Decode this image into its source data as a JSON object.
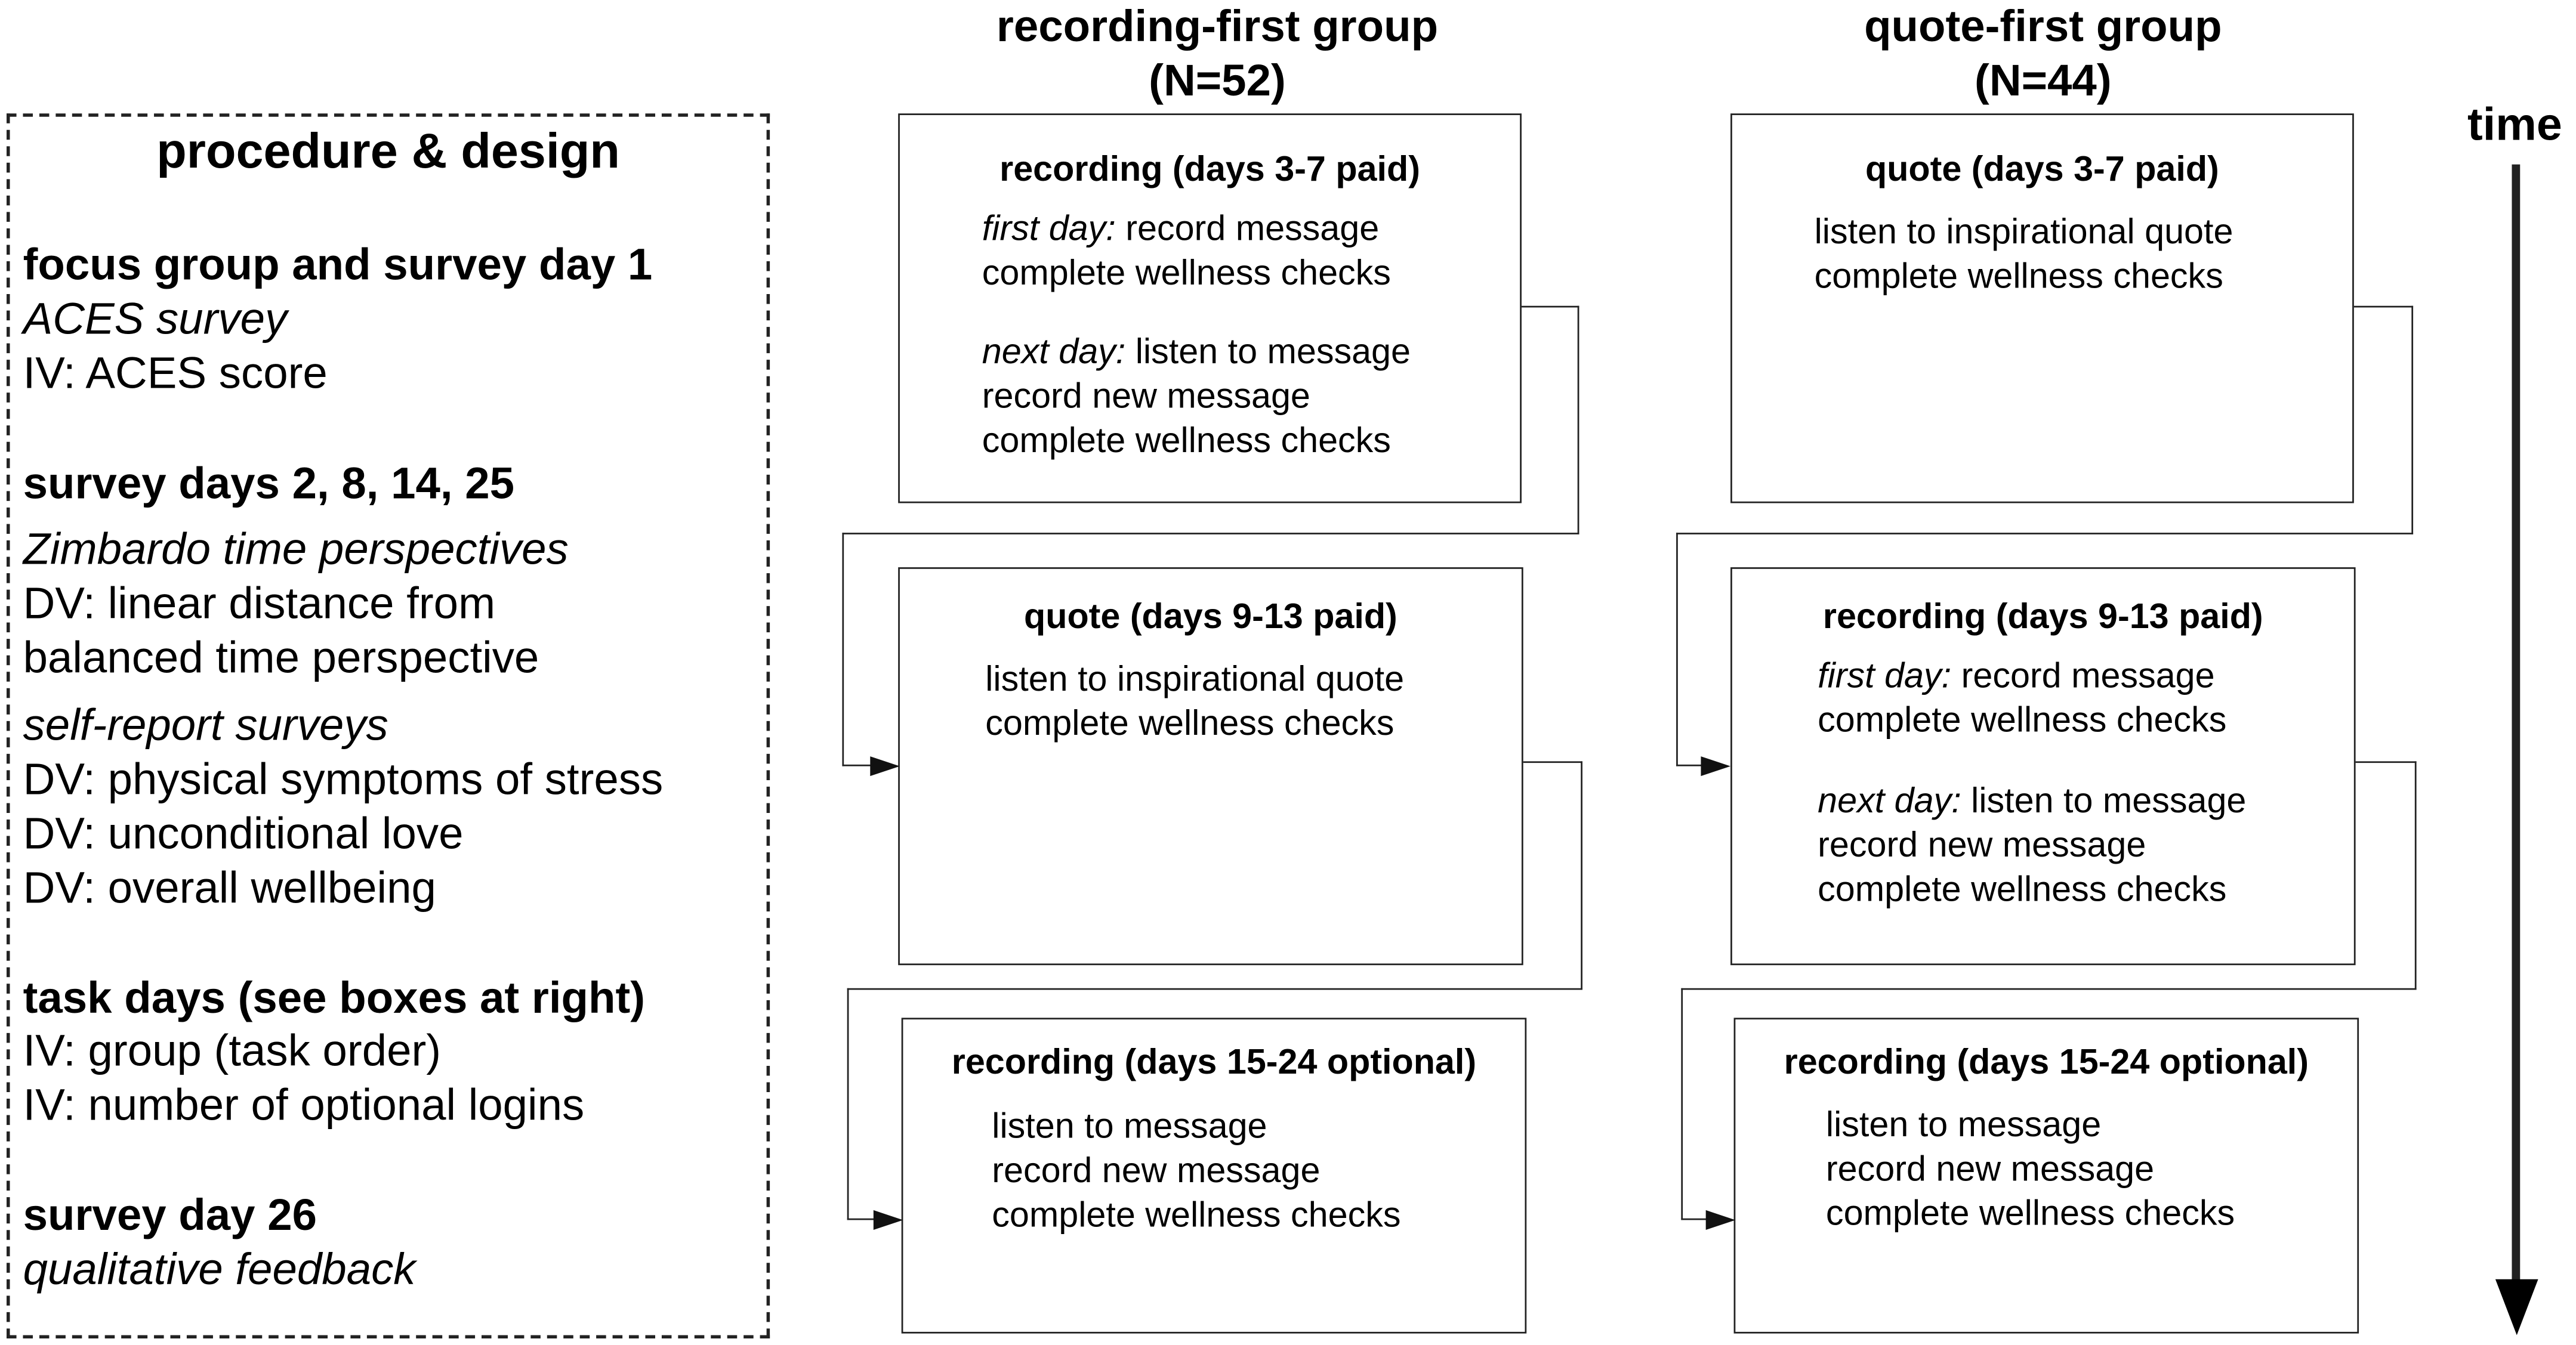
{
  "left_panel": {
    "title": "procedure & design",
    "sections": [
      {
        "heading": "focus group and survey day 1",
        "lines": [
          {
            "text": "ACES survey",
            "style": "italic"
          },
          {
            "text": "IV: ACES score",
            "style": "normal"
          }
        ]
      },
      {
        "heading": "survey days 2, 8, 14, 25",
        "lines": [
          {
            "text": "Zimbardo time perspectives",
            "style": "italic"
          },
          {
            "text": "DV: linear distance from",
            "style": "normal"
          },
          {
            "text": "balanced time perspective",
            "style": "normal"
          },
          {
            "text": "self-report surveys",
            "style": "italic"
          },
          {
            "text": "DV: physical symptoms of stress",
            "style": "normal"
          },
          {
            "text": "DV: unconditional love",
            "style": "normal"
          },
          {
            "text": "DV: overall wellbeing",
            "style": "normal"
          }
        ]
      },
      {
        "heading": "task days (see boxes at right)",
        "lines": [
          {
            "text": "IV: group (task order)",
            "style": "normal"
          },
          {
            "text": "IV: number of optional logins",
            "style": "normal"
          }
        ]
      },
      {
        "heading": "survey day 26",
        "lines": [
          {
            "text": "qualitative feedback",
            "style": "italic"
          }
        ]
      }
    ]
  },
  "groups": [
    {
      "title": "recording-first group",
      "n": "(N=52)",
      "boxes": [
        {
          "title": "recording (days 3-7 paid)",
          "blocks": [
            {
              "label": "first day:",
              "lines": [
                "record message",
                "complete wellness checks"
              ]
            },
            {
              "label": "next day:",
              "lines": [
                "listen to message",
                "record new message",
                "complete wellness checks"
              ]
            }
          ]
        },
        {
          "title": "quote (days 9-13 paid)",
          "blocks": [
            {
              "label": "",
              "lines": [
                "listen to inspirational quote",
                "complete wellness checks"
              ]
            }
          ]
        },
        {
          "title": "recording (days 15-24 optional)",
          "blocks": [
            {
              "label": "",
              "lines": [
                "listen to message",
                "record new message",
                "complete wellness checks"
              ]
            }
          ]
        }
      ]
    },
    {
      "title": "quote-first group",
      "n": "(N=44)",
      "boxes": [
        {
          "title": "quote (days 3-7 paid)",
          "blocks": [
            {
              "label": "",
              "lines": [
                "listen to inspirational quote",
                "complete wellness checks"
              ]
            }
          ]
        },
        {
          "title": "recording (days 9-13 paid)",
          "blocks": [
            {
              "label": "first day:",
              "lines": [
                "record message",
                "complete wellness checks"
              ]
            },
            {
              "label": "next day:",
              "lines": [
                "listen to message",
                "record new message",
                "complete wellness checks"
              ]
            }
          ]
        },
        {
          "title": "recording (days 15-24 optional)",
          "blocks": [
            {
              "label": "",
              "lines": [
                "listen to message",
                "record new message",
                "complete wellness checks"
              ]
            }
          ]
        }
      ]
    }
  ],
  "time_label": "time"
}
